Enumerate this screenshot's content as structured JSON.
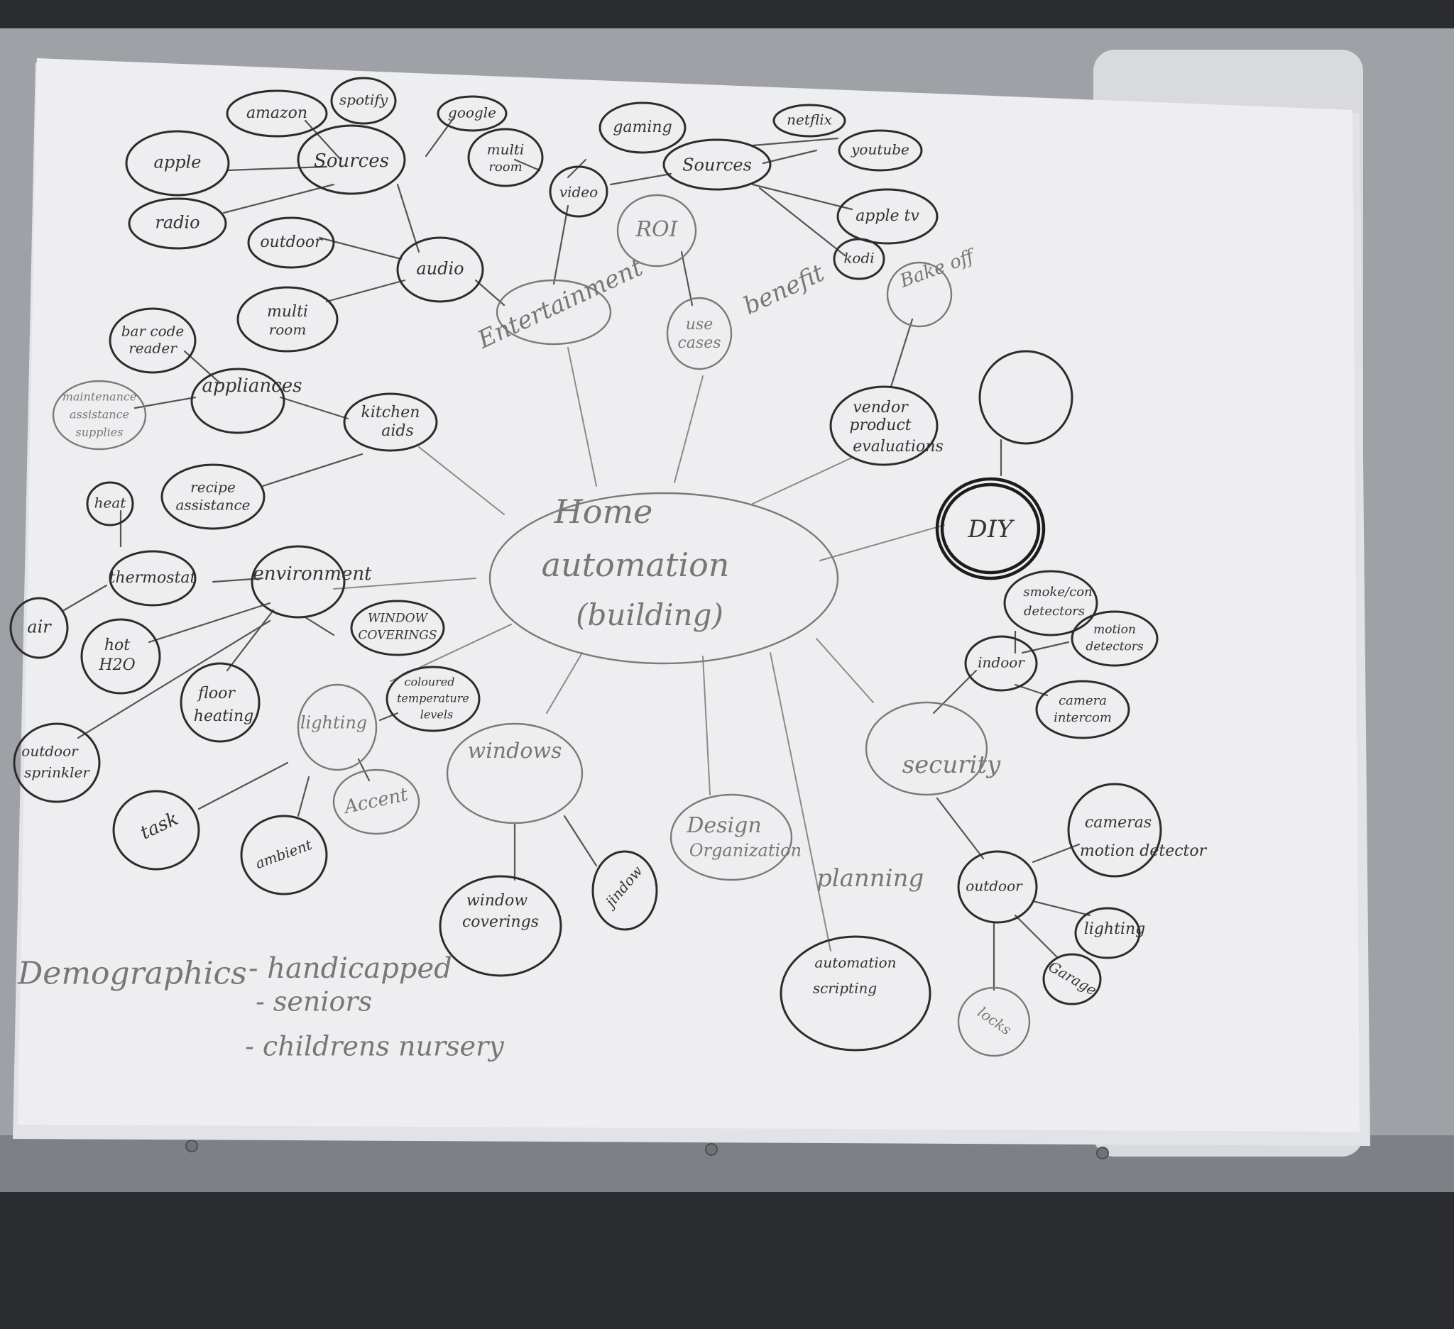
{
  "diagram": {
    "central": {
      "lines": [
        "Home",
        "automation",
        "(building)"
      ]
    },
    "nodes": {
      "entertainment": "Entertainment",
      "audio": "audio",
      "audio_sources": "Sources",
      "amazon": "amazon",
      "spotify": "spotify",
      "google": "google",
      "apple": "apple",
      "radio": "radio",
      "outdoor_audio": "outdoor",
      "multiroom_audio": [
        "multi",
        "room"
      ],
      "video": "video",
      "multiroom_video": [
        "multi",
        "room"
      ],
      "gaming": "gaming",
      "video_sources": "Sources",
      "netflix": "netflix",
      "youtube": "youtube",
      "appletv": "apple tv",
      "kodi": "kodi",
      "roi": "ROI",
      "use_cases": [
        "use",
        "cases"
      ],
      "benefit": "benefit",
      "bake_off": "Bake off",
      "vendor_eval": [
        "vendor",
        "product",
        "evaluations"
      ],
      "diy": "DIY",
      "appliances": "appliances",
      "barcode": [
        "bar code",
        "reader"
      ],
      "maintenance": [
        "maintenance",
        "assistance",
        "supplies"
      ],
      "kitchen": [
        "kitchen",
        "aids"
      ],
      "recipe": [
        "recipe",
        "assistance"
      ],
      "environment": "environment",
      "thermostat": "thermostat",
      "heat": "heat",
      "air": "air",
      "hot_h2o": [
        "hot",
        "H2O"
      ],
      "floor_heating": [
        "floor",
        "heating"
      ],
      "outdoor_sprinkler": [
        "outdoor",
        "sprinkler"
      ],
      "window_coverings_env": [
        "WINDOW",
        "COVERINGS"
      ],
      "lighting": "lighting",
      "coloured_temp": [
        "coloured",
        "temperature",
        "levels"
      ],
      "task": "task",
      "ambient": "ambient",
      "accent": "Accent",
      "windows": "windows",
      "window_coverings": [
        "window",
        "coverings"
      ],
      "jindow": "jindow",
      "design": [
        "Design",
        "Organization"
      ],
      "planning": "planning",
      "automation_scripting": [
        "automation",
        "scripting"
      ],
      "security": "security",
      "indoor": "indoor",
      "smoke": [
        "smoke/con",
        "detectors"
      ],
      "motion_in": [
        "motion",
        "detectors"
      ],
      "camera_intercom": [
        "camera",
        "intercom"
      ],
      "outdoor_sec": "outdoor",
      "cameras_out": [
        "cameras",
        "motion detector"
      ],
      "lighting_out": "lighting",
      "garage": "Garage",
      "locks": "locks"
    },
    "demographics": {
      "heading": "Demographics",
      "items": [
        "- handicapped",
        "- seniors",
        "- childrens nursery"
      ]
    }
  }
}
